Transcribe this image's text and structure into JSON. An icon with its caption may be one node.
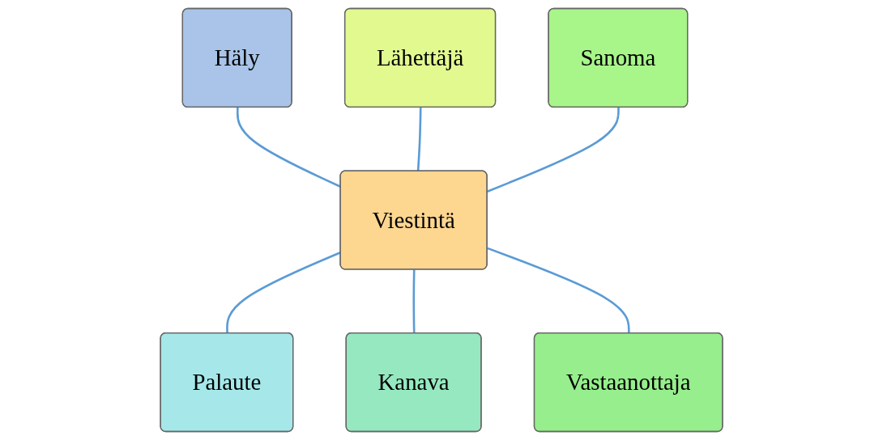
{
  "diagram": {
    "nodes": [
      {
        "text": [
          "Viestintä"
        ]
      },
      {
        "text": [
          "Lähettäjä"
        ]
      },
      {
        "text": [
          "Sanoma"
        ]
      },
      {
        "text": [
          "Vastaanottaja"
        ]
      },
      {
        "text": [
          "Kanava"
        ]
      },
      {
        "text": [
          "Palaute"
        ]
      },
      {
        "text": [
          "Häly"
        ]
      }
    ],
    "edges": [
      {
        "from": 6,
        "to": 0,
        "arrow": "none"
      },
      {
        "from": 1,
        "to": 0,
        "arrow": "none"
      },
      {
        "from": 2,
        "to": 0,
        "arrow": "none"
      },
      {
        "from": 0,
        "to": 5,
        "arrow": "none"
      },
      {
        "from": 0,
        "to": 4,
        "arrow": "none"
      },
      {
        "from": 0,
        "to": 3,
        "arrow": "none"
      }
    ]
  }
}
